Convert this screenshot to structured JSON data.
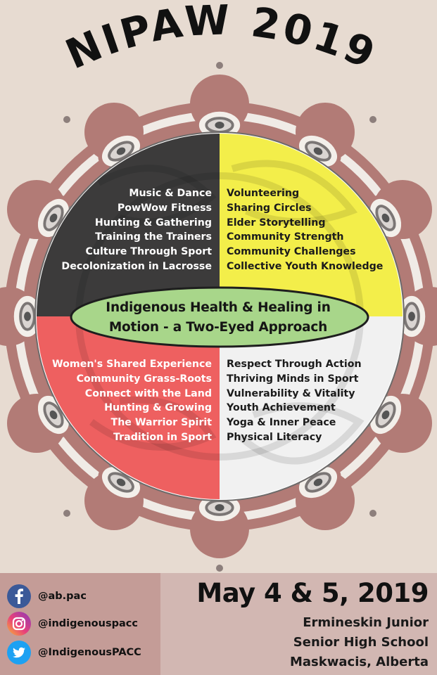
{
  "poster": {
    "title": "NIPAW 2019",
    "center_banner": {
      "line1": "Indigenous Health & Healing in",
      "line2": "Motion - a Two-Eyed Approach"
    },
    "quadrants": {
      "top_left": [
        "Music & Dance",
        "PowWow Fitness",
        "Hunting & Gathering",
        "Training the Trainers",
        "Culture Through Sport",
        "Decolonization in Lacrosse"
      ],
      "top_right": [
        "Volunteering",
        "Sharing Circles",
        "Elder Storytelling",
        "Community Strength",
        "Community Challenges",
        "Collective Youth Knowledge"
      ],
      "bottom_left": [
        "Women's Shared Experience",
        "Community Grass-Roots",
        "Connect with the Land",
        "Hunting & Growing",
        "The Warrior Spirit",
        "Tradition in Sport"
      ],
      "bottom_right": [
        "Respect Through Action",
        "Thriving Minds in Sport",
        "Vulnerability & Vitality",
        "Youth Achievement",
        "Yoga & Inner Peace",
        "Physical Literacy"
      ]
    },
    "colors": {
      "background": "#e7dbd1",
      "border_ring": "#b27b76",
      "quadrant_black": "#3c3b3b",
      "quadrant_yellow": "#f3ee4a",
      "quadrant_red": "#ee6060",
      "quadrant_white": "#f1f1f1",
      "banner_green": "#a8d68a"
    }
  },
  "footer": {
    "social": [
      {
        "icon": "facebook-icon",
        "handle": "@ab.pac"
      },
      {
        "icon": "instagram-icon",
        "handle": "@indigenouspacc"
      },
      {
        "icon": "twitter-icon",
        "handle": "@IndigenousPACC"
      }
    ],
    "date": "May 4 & 5, 2019",
    "venue": [
      "Ermineskin Junior",
      "Senior High School",
      "Maskwacis, Alberta"
    ]
  }
}
